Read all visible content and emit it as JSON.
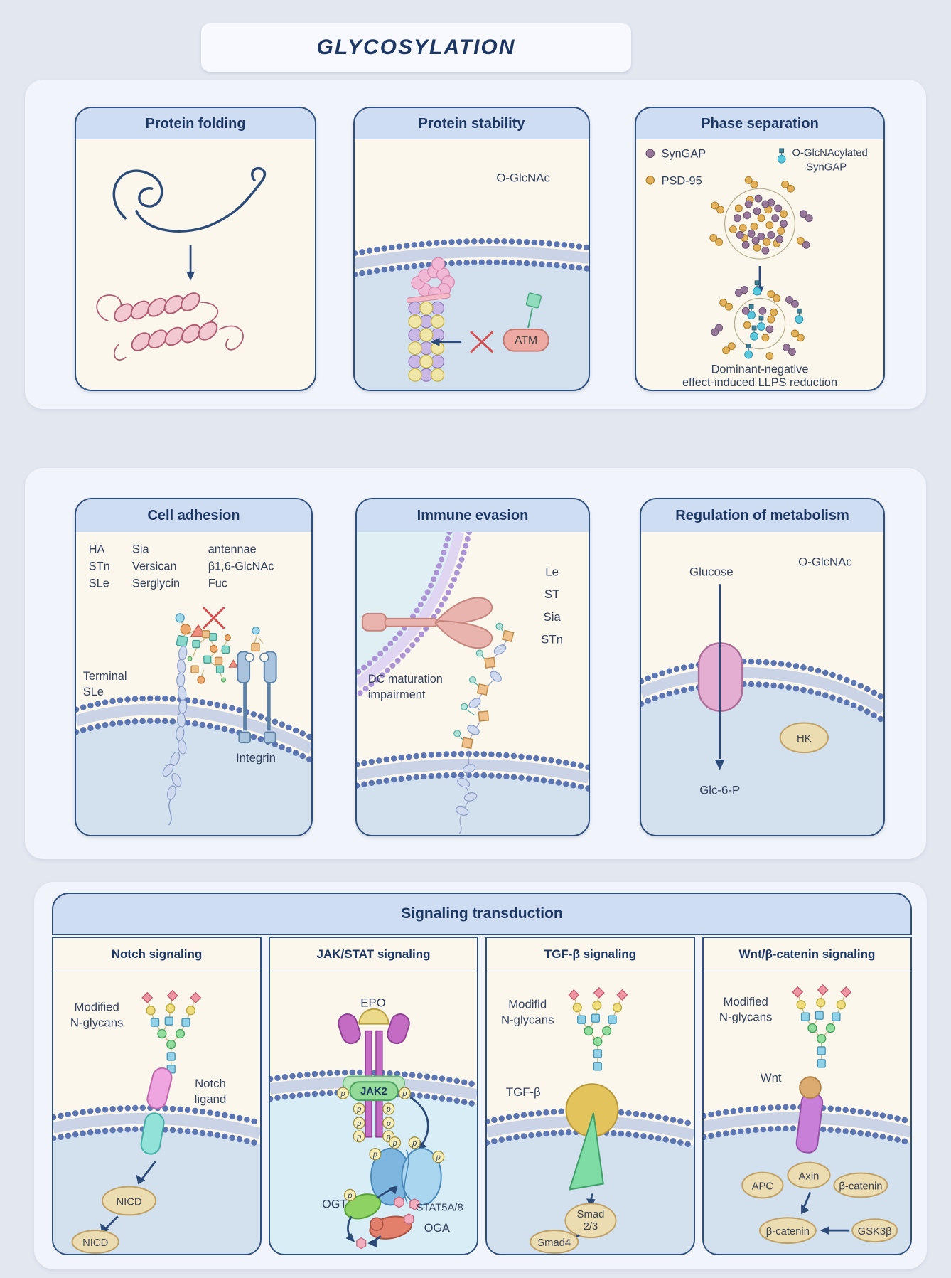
{
  "page": {
    "title": "GLYCOSYLATION"
  },
  "colors": {
    "accent_navy": "#1d3765",
    "panel_border": "#2e4f7d",
    "header_blue": "#cfddf2",
    "panel_cream": "#fbf7ec",
    "cell_interior_blue": "#d3e0ee",
    "membrane_blue": "#5b74b2",
    "tan_node": "#ecdcb2",
    "red_cross": "#cf5050"
  },
  "protein_folding": {
    "title": "Protein folding"
  },
  "protein_stability": {
    "title": "Protein stability",
    "o_glcnac_label": "O-GlcNAc",
    "atm_label": "ATM"
  },
  "phase_separation": {
    "title": "Phase separation",
    "legend": {
      "syngap": "SynGAP",
      "psd95": "PSD-95",
      "oglc_line1": "O-GlcNAcylated",
      "oglc_line2": "SynGAP"
    },
    "caption_line1": "Dominant-negative",
    "caption_line2": "effect-induced LLPS reduction"
  },
  "cell_adhesion": {
    "title": "Cell adhesion",
    "terms": {
      "col1": [
        "HA",
        "STn",
        "SLe"
      ],
      "col2": [
        "Sia",
        "Versican",
        "Serglycin"
      ],
      "col3": [
        "antennae",
        "β1,6-GlcNAc",
        "Fuc"
      ]
    },
    "terminal_line1": "Terminal",
    "terminal_line2": "SLe",
    "integrin_label": "Integrin"
  },
  "immune_evasion": {
    "title": "Immune evasion",
    "dc_line1": "DC maturation",
    "dc_line2": "impairment",
    "terms": [
      "Le",
      "ST",
      "Sia",
      "STn"
    ]
  },
  "metabolism": {
    "title": "Regulation of metabolism",
    "glucose_label": "Glucose",
    "o_glcnac_label": "O-GlcNAc",
    "hk_label": "HK",
    "glc6p_label": "Glc-6-P"
  },
  "signaling": {
    "title": "Signaling transduction",
    "notch": {
      "title": "Notch signaling",
      "modified_line1": "Modified",
      "modified_line2": "N-glycans",
      "ligand_line1": "Notch",
      "ligand_line2": "ligand",
      "nicd_upper": "NICD",
      "nicd_lower": "NICD"
    },
    "jak": {
      "title": "JAK/STAT signaling",
      "epo_label": "EPO",
      "jak2_label": "JAK2",
      "p_label": "p",
      "ogt_label": "OGT",
      "stat_label": "STAT5A/8",
      "oga_label": "OGA"
    },
    "tgf": {
      "title": "TGF-β signaling",
      "modified_line1": "Modifid",
      "modified_line2": "N-glycans",
      "tgfb_label": "TGF-β",
      "smad23_line1": "Smad",
      "smad23_line2": "2/3",
      "smad4_label": "Smad4"
    },
    "wnt": {
      "title": "Wnt/β-catenin signaling",
      "modified_line1": "Modified",
      "modified_line2": "N-glycans",
      "wnt_label": "Wnt",
      "apc_label": "APC",
      "axin_label": "Axin",
      "bcatenin_top": "β-catenin",
      "bcatenin_bottom": "β-catenin",
      "gsk_label": "GSK3β"
    }
  }
}
